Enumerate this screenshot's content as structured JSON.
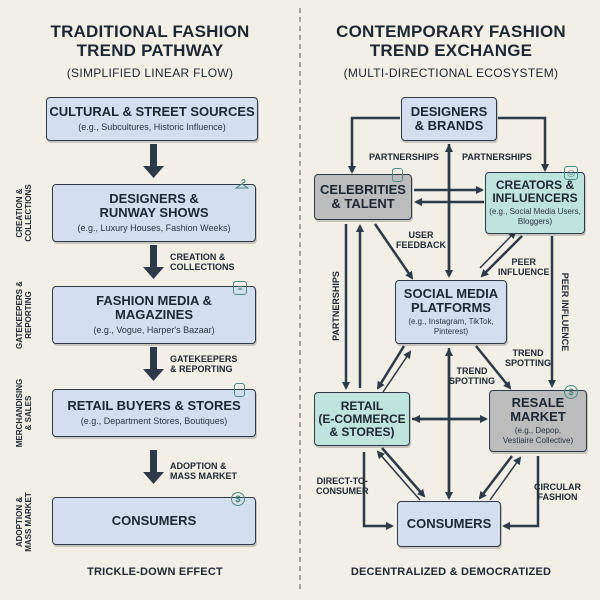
{
  "left": {
    "title": "TRADITIONAL FASHION\nTREND PATHWAY",
    "subtitle": "(SIMPLIFIED LINEAR FLOW)",
    "boxes": [
      {
        "name": "CULTURAL & STREET SOURCES",
        "sub": "(e.g., Subcultures, Historic Influence)"
      },
      {
        "name": "DESIGNERS &\nRUNWAY SHOWS",
        "sub": "(e.g., Luxury Houses, Fashion Weeks)",
        "icon": "hanger-icon"
      },
      {
        "name": "FASHION MEDIA &\nMAGAZINES",
        "sub": "(e.g., Vogue, Harper's Bazaar)",
        "icon": "magazine-icon"
      },
      {
        "name": "RETAIL BUYERS & STORES",
        "sub": "(e.g., Department Stores, Boutiques)",
        "icon": "phone-icon"
      },
      {
        "name": "CONSUMERS",
        "sub": "",
        "icon": "dollar-icon"
      }
    ],
    "arrow_labels": [
      "CREATION &\nCOLLECTIONS",
      "GATEKEEPERS\n& REPORTING",
      "ADOPTION &\nMASS MARKET"
    ],
    "side_labels": [
      "CREATION &\nCOLLECTIONS",
      "GATEKEEPERS &\nREPORTING",
      "MERCHANDISING\n& SALES",
      "ADOPTION &\nMASS MARKET"
    ],
    "footer": "TRICKLE-DOWN EFFECT"
  },
  "right": {
    "title": "CONTEMPORARY FASHION\nTREND EXCHANGE",
    "subtitle": "(MULTI-DIRECTIONAL ECOSYSTEM)",
    "boxes": {
      "designers": {
        "name": "DESIGNERS\n& BRANDS",
        "sub": ""
      },
      "celebrities": {
        "name": "CELEBRITIES\n& TALENT",
        "sub": "",
        "icon": "phone-icon"
      },
      "creators": {
        "name": "CREATORS &\nINFLUENCERS",
        "sub": "(e.g., Social Media Users,\nBloggers)",
        "icon": "camera-icon"
      },
      "social": {
        "name": "SOCIAL MEDIA\nPLATFORMS",
        "sub": "(e.g., Instagram, TikTok,\nPinterest)"
      },
      "retail": {
        "name": "RETAIL\n(E-COMMERCE\n& STORES)",
        "sub": ""
      },
      "resale": {
        "name": "RESALE\nMARKET",
        "sub": "(e.g., Depop,\nVestiaire Collective)",
        "icon": "dollar-icon"
      },
      "consumers": {
        "name": "CONSUMERS",
        "sub": ""
      }
    },
    "labels": {
      "partnerships_left": "PARTNERSHIPS",
      "partnerships_right": "PARTNERSHIPS",
      "user_feedback": "USER\nFEEDBACK",
      "peer_influence_mid": "PEER\nINFLUENCE",
      "peer_influence_side": "PEER INFLUENCE",
      "partnerships_side": "PARTNERSHIPS",
      "trend_spotting_right": "TREND\nSPOTTING",
      "trend_spotting_left": "TREND\nSPOTTING",
      "direct_to_consumer": "DIRECT-TO-\nCONSUMER",
      "circular_fashion": "CIRCULAR\nFASHION"
    },
    "footer": "DECENTRALIZED & DEMOCRATIZED"
  },
  "colors": {
    "ink": "#1d2733",
    "box_blue": "#d3dfee",
    "box_teal": "#bfe3dd",
    "box_gray": "#bcbcbc",
    "divider": "#8b8b8b"
  }
}
